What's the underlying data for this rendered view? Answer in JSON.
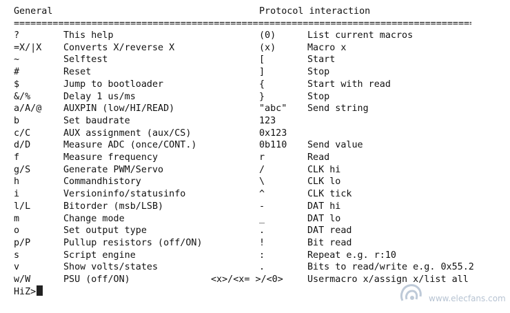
{
  "headers": {
    "general": "General",
    "protocol": "Protocol interaction"
  },
  "divider": "========================================================================================",
  "rows": [
    {
      "cmd": "?",
      "desc": "This help",
      "sym": "(0)",
      "action": "List current macros"
    },
    {
      "cmd": "=X/|X",
      "desc": "Converts X/reverse X",
      "sym": "(x)",
      "action": "Macro x"
    },
    {
      "cmd": "~",
      "desc": "Selftest",
      "sym": "[",
      "action": "Start"
    },
    {
      "cmd": "#",
      "desc": "Reset",
      "sym": "]",
      "action": "Stop"
    },
    {
      "cmd": "$",
      "desc": "Jump to bootloader",
      "sym": "{",
      "action": "Start with read"
    },
    {
      "cmd": "&/%",
      "desc": "Delay 1 us/ms",
      "sym": "}",
      "action": "Stop"
    },
    {
      "cmd": "a/A/@",
      "desc": "AUXPIN (low/HI/READ)",
      "sym": "\"abc\"",
      "action": "Send string"
    },
    {
      "cmd": "b",
      "desc": "Set baudrate",
      "sym": "123",
      "action": ""
    },
    {
      "cmd": "c/C",
      "desc": "AUX assignment (aux/CS)",
      "sym": "0x123",
      "action": ""
    },
    {
      "cmd": "d/D",
      "desc": "Measure ADC (once/CONT.)",
      "sym": "0b110",
      "action": "Send value"
    },
    {
      "cmd": "f",
      "desc": "Measure frequency",
      "sym": "r",
      "action": "Read"
    },
    {
      "cmd": "g/S",
      "desc": "Generate PWM/Servo",
      "sym": "/",
      "action": "CLK hi"
    },
    {
      "cmd": "h",
      "desc": "Commandhistory",
      "sym": "\\",
      "action": "CLK lo"
    },
    {
      "cmd": "i",
      "desc": "Versioninfo/statusinfo",
      "sym": "^",
      "action": "CLK tick"
    },
    {
      "cmd": "l/L",
      "desc": "Bitorder (msb/LSB)",
      "sym": "-",
      "action": "DAT hi"
    },
    {
      "cmd": "m",
      "desc": "Change mode",
      "sym": "_",
      "action": "DAT lo"
    },
    {
      "cmd": "o",
      "desc": "Set output type",
      "sym": ".",
      "action": "DAT read"
    },
    {
      "cmd": "p/P",
      "desc": "Pullup resistors (off/ON)",
      "sym": "!",
      "action": "Bit read"
    },
    {
      "cmd": "s",
      "desc": "Script engine",
      "sym": ":",
      "action": "Repeat e.g. r:10"
    },
    {
      "cmd": "v",
      "desc": "Show volts/states",
      "sym": ".",
      "action": "Bits to read/write e.g. 0x55.2"
    },
    {
      "cmd": "w/W",
      "desc": "PSU (off/ON)",
      "sym": "<x>/<x= >/<0>",
      "action": "Usermacro x/assign x/list all"
    }
  ],
  "prompt": "HiZ>",
  "watermark": {
    "text": "www.elecfans.com",
    "icon": "elecfans-logo-icon"
  }
}
